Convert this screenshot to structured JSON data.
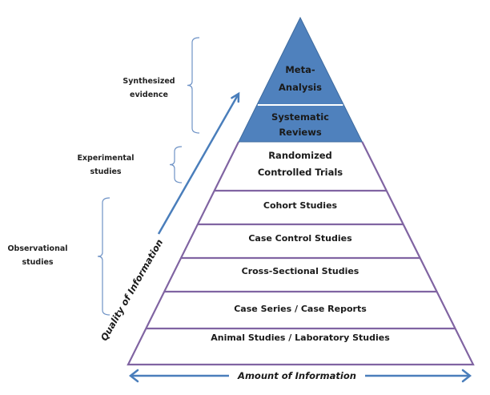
{
  "diagram": {
    "type": "evidence-pyramid",
    "colors": {
      "top_fill": "#4F81BD",
      "top_stroke": "#3D6A9E",
      "band_line": "#8064A2",
      "arrow": "#4A7EBB",
      "bracket": "#6F93C6",
      "top_text": "#FFFFFF",
      "text": "#1A1A1A"
    },
    "levels": [
      {
        "lines": [
          "Meta-",
          "Analysis"
        ],
        "highlighted": true
      },
      {
        "lines": [
          "Systematic",
          "Reviews"
        ],
        "highlighted": true
      },
      {
        "lines": [
          "Randomized",
          "Controlled Trials"
        ],
        "highlighted": false
      },
      {
        "lines": [
          "Cohort Studies"
        ],
        "highlighted": false
      },
      {
        "lines": [
          "Case Control Studies"
        ],
        "highlighted": false
      },
      {
        "lines": [
          "Cross-Sectional Studies"
        ],
        "highlighted": false
      },
      {
        "lines": [
          "Case Series / Case Reports"
        ],
        "highlighted": false
      },
      {
        "lines": [
          "Animal Studies / Laboratory Studies"
        ],
        "highlighted": false
      }
    ],
    "groups": [
      {
        "lines": [
          "Synthesized",
          "evidence"
        ],
        "spans_levels": [
          0,
          1
        ]
      },
      {
        "lines": [
          "Experimental",
          "studies"
        ],
        "spans_levels": [
          2
        ]
      },
      {
        "lines": [
          "Observational",
          "studies"
        ],
        "spans_levels": [
          3,
          4,
          5,
          6
        ]
      }
    ],
    "vertical_axis_label": "Quality of Information",
    "horizontal_axis_label": "Amount of Information"
  }
}
